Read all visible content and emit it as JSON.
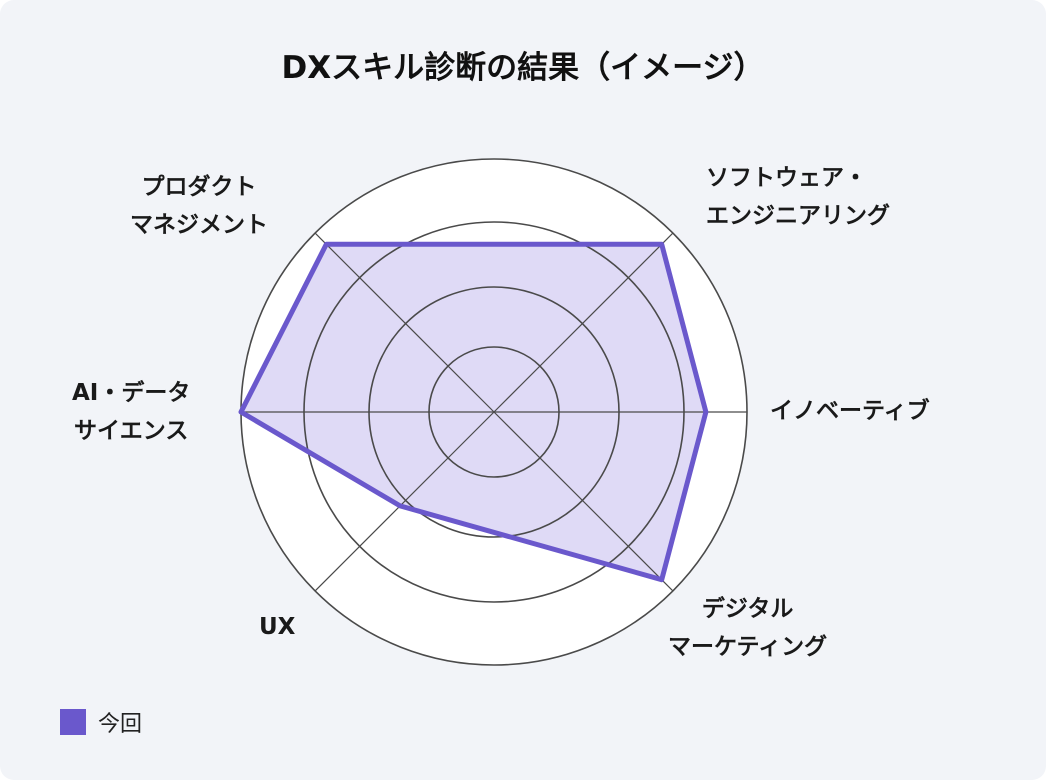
{
  "chart_data": {
    "type": "radar",
    "title": "DXスキル診断の結果（イメージ）",
    "axes": [
      "ソフトウェア・\nエンジニアリング",
      "イノベーティブ",
      "デジタル\nマーケティング",
      "UX",
      "AI・データ\nサイエンス",
      "プロダクト\nマネジメント"
    ],
    "rlim": [
      0,
      4
    ],
    "rings": 4,
    "series": [
      {
        "name": "今回",
        "values": [
          3.75,
          3.35,
          3.75,
          2.1,
          4.0,
          3.75
        ]
      }
    ],
    "legend": "bottom-left",
    "colors": {
      "line": "#6a58cc",
      "fill": "#d9d4f4",
      "grid": "#4a4a4a",
      "disk": "#ffffff"
    }
  }
}
